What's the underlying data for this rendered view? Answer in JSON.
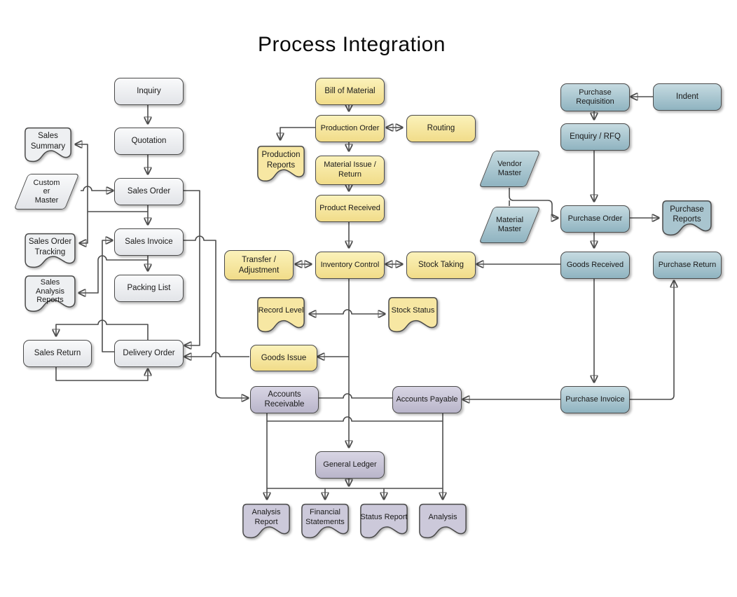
{
  "title": "Process Integration",
  "palette": {
    "sales_fill": "#eceef0",
    "production_fill": "#f5e49a",
    "purchase_fill": "#a5c2cc",
    "finance_fill": "#c9c6d8",
    "line_color": "#4d4d4d"
  },
  "nodes": {
    "inquiry": {
      "label": "Inquiry"
    },
    "quotation": {
      "label": "Quotation"
    },
    "sales_order": {
      "label": "Sales Order"
    },
    "sales_invoice": {
      "label": "Sales Invoice"
    },
    "packing_list": {
      "label": "Packing List"
    },
    "delivery_order": {
      "label": "Delivery Order"
    },
    "sales_return": {
      "label": "Sales Return"
    },
    "sales_summary": {
      "label": "Sales\nSummary"
    },
    "customer_master": {
      "label": "Custom\ner\nMaster"
    },
    "sales_order_tracking": {
      "label": "Sales Order\nTracking"
    },
    "sales_analysis_reports": {
      "label": "Sales\nAnalysis\nReports"
    },
    "bill_of_material": {
      "label": "Bill of Material"
    },
    "production_order": {
      "label": "Production Order"
    },
    "routing": {
      "label": "Routing"
    },
    "production_reports": {
      "label": "Production\nReports"
    },
    "material_issue_return": {
      "label": "Material Issue /\nReturn"
    },
    "product_received": {
      "label": "Product Received"
    },
    "inventory_control": {
      "label": "Inventory Control"
    },
    "transfer_adjustment": {
      "label": "Transfer /\nAdjustment"
    },
    "stock_taking": {
      "label": "Stock Taking"
    },
    "record_level": {
      "label": "Record Level"
    },
    "stock_status": {
      "label": "Stock Status"
    },
    "goods_issue": {
      "label": "Goods Issue"
    },
    "purchase_requisition": {
      "label": "Purchase\nRequisition"
    },
    "indent": {
      "label": "Indent"
    },
    "enquiry_rfq": {
      "label": "Enquiry / RFQ"
    },
    "vendor_master": {
      "label": "Vendor\nMaster"
    },
    "material_master": {
      "label": "Material\nMaster"
    },
    "purchase_order": {
      "label": "Purchase Order"
    },
    "purchase_reports": {
      "label": "Purchase\nReports"
    },
    "goods_received": {
      "label": "Goods Received"
    },
    "purchase_return": {
      "label": "Purchase Return"
    },
    "purchase_invoice": {
      "label": "Purchase Invoice"
    },
    "accounts_receivable": {
      "label": "Accounts\nReceivable"
    },
    "accounts_payable": {
      "label": "Accounts Payable"
    },
    "general_ledger": {
      "label": "General Ledger"
    },
    "analysis_report": {
      "label": "Analysis\nReport"
    },
    "financial_statements": {
      "label": "Financial\nStatements"
    },
    "status_report": {
      "label": "Status Report"
    },
    "analysis": {
      "label": "Analysis"
    }
  },
  "edges": [
    {
      "from": "inquiry",
      "to": "quotation"
    },
    {
      "from": "quotation",
      "to": "sales_order"
    },
    {
      "from": "customer_master",
      "to": "sales_order"
    },
    {
      "from": "sales_order",
      "to": "sales_invoice"
    },
    {
      "from": "sales_order",
      "to": "sales_summary"
    },
    {
      "from": "sales_order",
      "to": "sales_order_tracking"
    },
    {
      "from": "sales_order",
      "to": "delivery_order"
    },
    {
      "from": "sales_invoice",
      "to": "packing_list"
    },
    {
      "from": "sales_invoice",
      "to": "sales_analysis_reports"
    },
    {
      "from": "sales_invoice",
      "to": "accounts_receivable"
    },
    {
      "from": "delivery_order",
      "to": "sales_invoice"
    },
    {
      "from": "delivery_order",
      "to": "sales_return"
    },
    {
      "from": "sales_return",
      "to": "delivery_order"
    },
    {
      "from": "goods_issue",
      "to": "delivery_order"
    },
    {
      "from": "bill_of_material",
      "to": "production_order"
    },
    {
      "from": "production_order",
      "to": "routing",
      "bidirectional": true
    },
    {
      "from": "production_order",
      "to": "production_reports"
    },
    {
      "from": "production_order",
      "to": "material_issue_return"
    },
    {
      "from": "material_issue_return",
      "to": "product_received"
    },
    {
      "from": "product_received",
      "to": "inventory_control"
    },
    {
      "from": "transfer_adjustment",
      "to": "inventory_control",
      "bidirectional": true
    },
    {
      "from": "inventory_control",
      "to": "stock_taking",
      "bidirectional": true
    },
    {
      "from": "record_level",
      "to": "stock_status",
      "bidirectional": true
    },
    {
      "from": "inventory_control",
      "to": "goods_issue"
    },
    {
      "from": "inventory_control",
      "to": "general_ledger"
    },
    {
      "from": "goods_received",
      "to": "stock_taking"
    },
    {
      "from": "indent",
      "to": "purchase_requisition"
    },
    {
      "from": "purchase_requisition",
      "to": "enquiry_rfq"
    },
    {
      "from": "enquiry_rfq",
      "to": "purchase_order"
    },
    {
      "from": "vendor_master",
      "to": "purchase_order"
    },
    {
      "from": "material_master",
      "to": "purchase_order"
    },
    {
      "from": "purchase_order",
      "to": "purchase_reports"
    },
    {
      "from": "purchase_order",
      "to": "goods_received"
    },
    {
      "from": "goods_received",
      "to": "purchase_invoice"
    },
    {
      "from": "purchase_invoice",
      "to": "purchase_return"
    },
    {
      "from": "purchase_invoice",
      "to": "accounts_payable"
    },
    {
      "from": "accounts_receivable",
      "to": "accounts_payable",
      "arrow": false
    },
    {
      "from": "accounts_receivable",
      "to": "analysis_report"
    },
    {
      "from": "accounts_payable",
      "to": "analysis"
    },
    {
      "from": "general_ledger",
      "to": "analysis_report"
    },
    {
      "from": "general_ledger",
      "to": "financial_statements"
    },
    {
      "from": "general_ledger",
      "to": "status_report"
    },
    {
      "from": "general_ledger",
      "to": "analysis"
    }
  ]
}
